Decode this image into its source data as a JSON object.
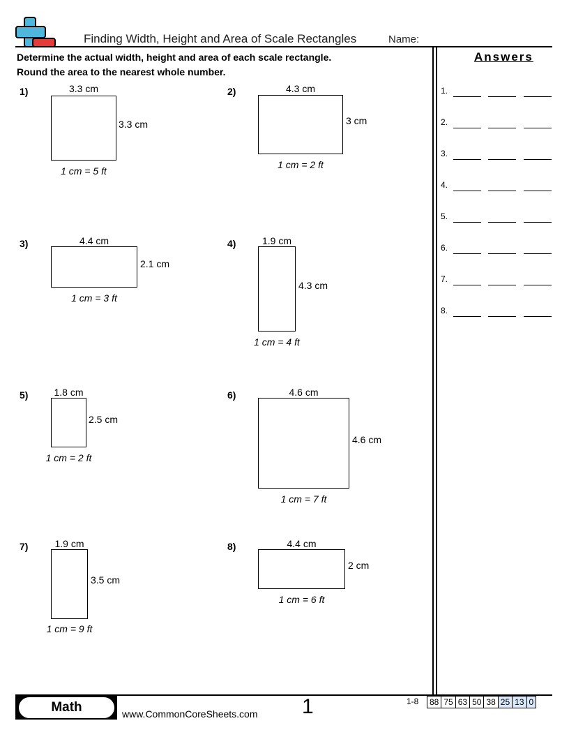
{
  "header": {
    "title": "Finding Width, Height and Area of Scale Rectangles",
    "name_label": "Name:"
  },
  "instructions": [
    "Determine the actual width, height and area of each scale rectangle.",
    "Round the area to the nearest whole number."
  ],
  "answers": {
    "title": "Answers",
    "rows": [
      "1.",
      "2.",
      "3.",
      "4.",
      "5.",
      "6.",
      "7.",
      "8."
    ]
  },
  "problems": [
    {
      "num": "1)",
      "width": "3.3 cm",
      "height": "3.3 cm",
      "scale": "1 cm = 5 ft"
    },
    {
      "num": "2)",
      "width": "4.3 cm",
      "height": "3 cm",
      "scale": "1 cm = 2 ft"
    },
    {
      "num": "3)",
      "width": "4.4 cm",
      "height": "2.1 cm",
      "scale": "1 cm = 3 ft"
    },
    {
      "num": "4)",
      "width": "1.9 cm",
      "height": "4.3 cm",
      "scale": "1 cm = 4 ft"
    },
    {
      "num": "5)",
      "width": "1.8 cm",
      "height": "2.5 cm",
      "scale": "1 cm = 2 ft"
    },
    {
      "num": "6)",
      "width": "4.6 cm",
      "height": "4.6 cm",
      "scale": "1 cm = 7 ft"
    },
    {
      "num": "7)",
      "width": "1.9 cm",
      "height": "3.5 cm",
      "scale": "1 cm = 9 ft"
    },
    {
      "num": "8)",
      "width": "4.4 cm",
      "height": "2 cm",
      "scale": "1 cm = 6 ft"
    }
  ],
  "footer": {
    "subject": "Math",
    "url": "www.CommonCoreSheets.com",
    "page": "1",
    "range": "1-8",
    "scores": [
      "88",
      "75",
      "63",
      "50",
      "38",
      "25",
      "13",
      "0"
    ]
  }
}
